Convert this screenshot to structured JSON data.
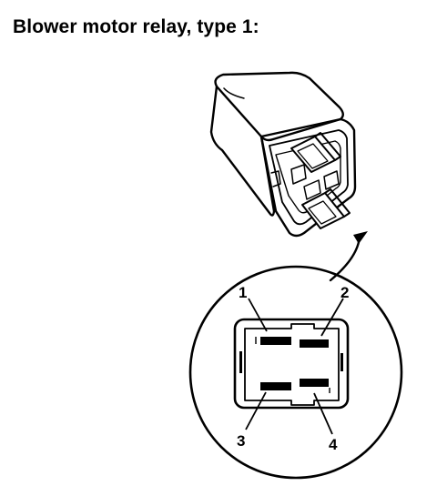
{
  "title": "Blower motor relay, type 1:",
  "terminals": [
    {
      "number": "1"
    },
    {
      "number": "2"
    },
    {
      "number": "3"
    },
    {
      "number": "4"
    }
  ],
  "colors": {
    "ink": "#000000",
    "paper": "#ffffff"
  }
}
